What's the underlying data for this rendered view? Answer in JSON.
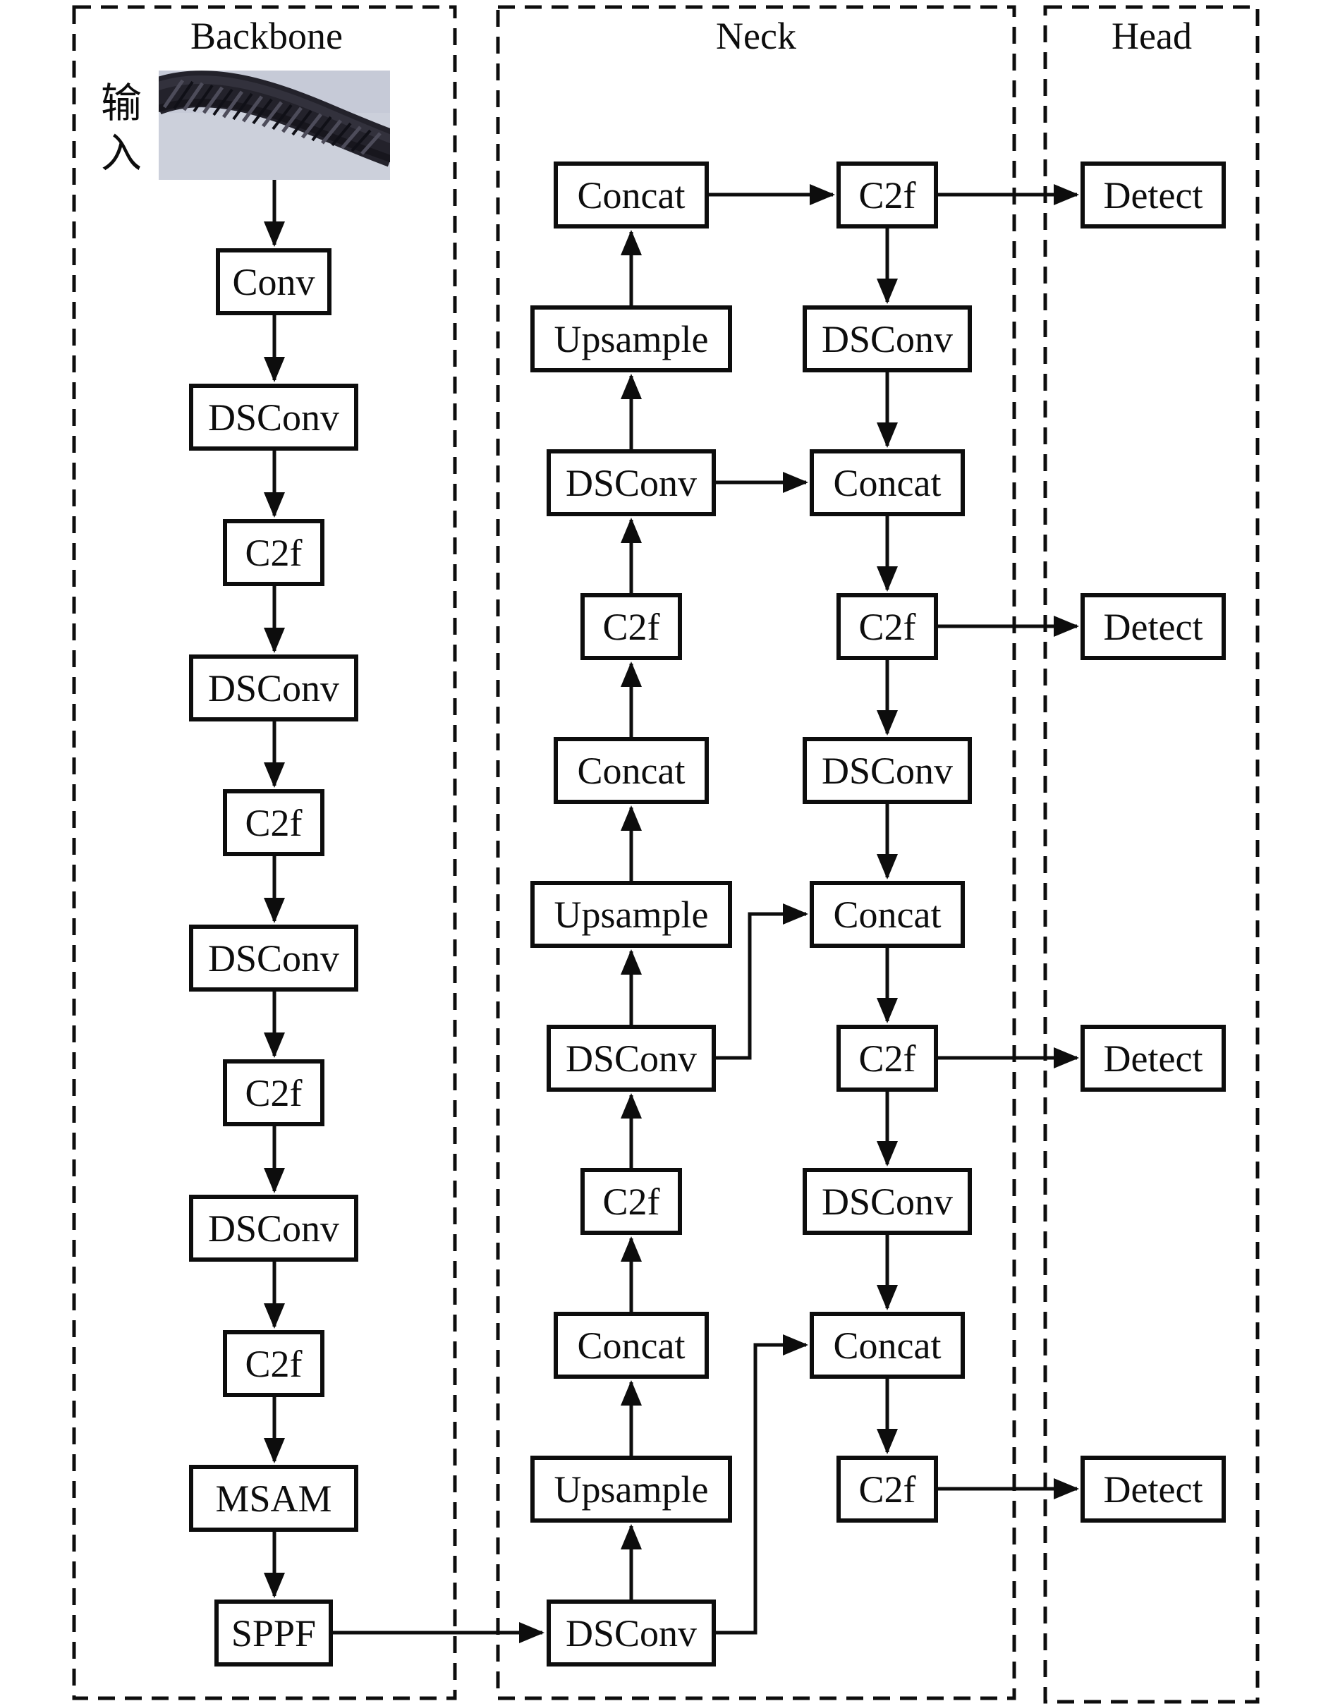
{
  "titles": {
    "backbone": "Backbone",
    "neck": "Neck",
    "head": "Head"
  },
  "input_label": "输入",
  "photo": {
    "name": "wire-rope-input-photo"
  },
  "backbone": {
    "nodes": [
      "Conv",
      "DSConv",
      "C2f",
      "DSConv",
      "C2f",
      "DSConv",
      "C2f",
      "DSConv",
      "C2f",
      "MSAM",
      "SPPF"
    ]
  },
  "neck": {
    "left": [
      "Concat",
      "Upsample",
      "DSConv",
      "C2f",
      "Concat",
      "Upsample",
      "DSConv",
      "C2f",
      "Concat",
      "Upsample",
      "DSConv"
    ],
    "right": [
      "C2f",
      "DSConv",
      "Concat",
      "C2f",
      "DSConv",
      "Concat",
      "C2f",
      "DSConv",
      "Concat",
      "C2f"
    ]
  },
  "head": {
    "nodes": [
      "Detect",
      "Detect",
      "Detect",
      "Detect"
    ]
  },
  "colors": {
    "ink": "#0d0d0d",
    "photo_background": "#ccd0db",
    "rope_dark": "#1c1b22",
    "rope_mid": "#35343f"
  }
}
